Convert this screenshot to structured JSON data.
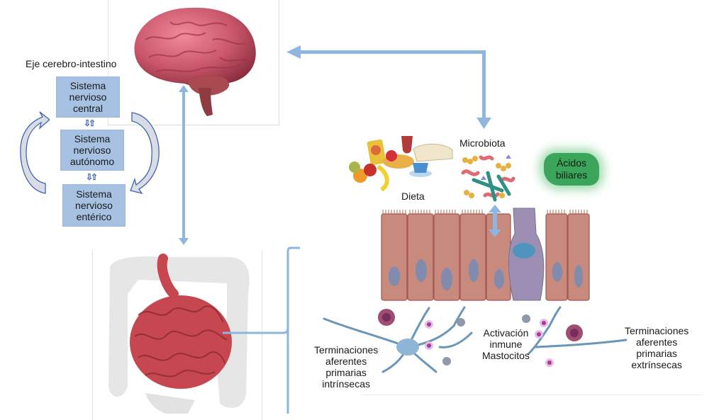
{
  "diagram": {
    "title": "Eje cerebro-intestino",
    "nervous_system_boxes": [
      {
        "label": "Sistema\nnervioso\ncentral"
      },
      {
        "label": "Sistema\nnervioso\nautónomo"
      },
      {
        "label": "Sistema\nnervioso\nentérico"
      }
    ],
    "bidirectional_glyph": "⇩⇧",
    "labels": {
      "microbiota": "Microbiota",
      "dieta": "Dieta",
      "acidos_biliares": "Ácidos\nbiliares",
      "terminaciones_intrinsecas": "Terminaciones\naferentes\nprimarias\nintrínsecas",
      "activacion_inmune": "Activación\ninmune\nMastocitos",
      "terminaciones_extrinsecas": "Terminaciones\naferentes\nprimarias\nextrínsecas"
    },
    "illustrations": {
      "brain": "brain-illustration",
      "intestine": "small-intestine-illustration",
      "diet": "food-illustration",
      "microbiota": "bacteria-illustration",
      "epithelium": "intestinal-epithelium-illustration",
      "neurons": "afferent-neurons-and-mast-cells-illustration"
    },
    "colors": {
      "box_fill": "#a7c1e2",
      "connector_arrow": "#8fb6df",
      "cycle_arrow_stroke": "#3f63b5",
      "acidos_fill": "#3ba55c",
      "brain": "#c9566a",
      "intestine": "#c6474f",
      "epithelium": "#c98a7e"
    }
  }
}
